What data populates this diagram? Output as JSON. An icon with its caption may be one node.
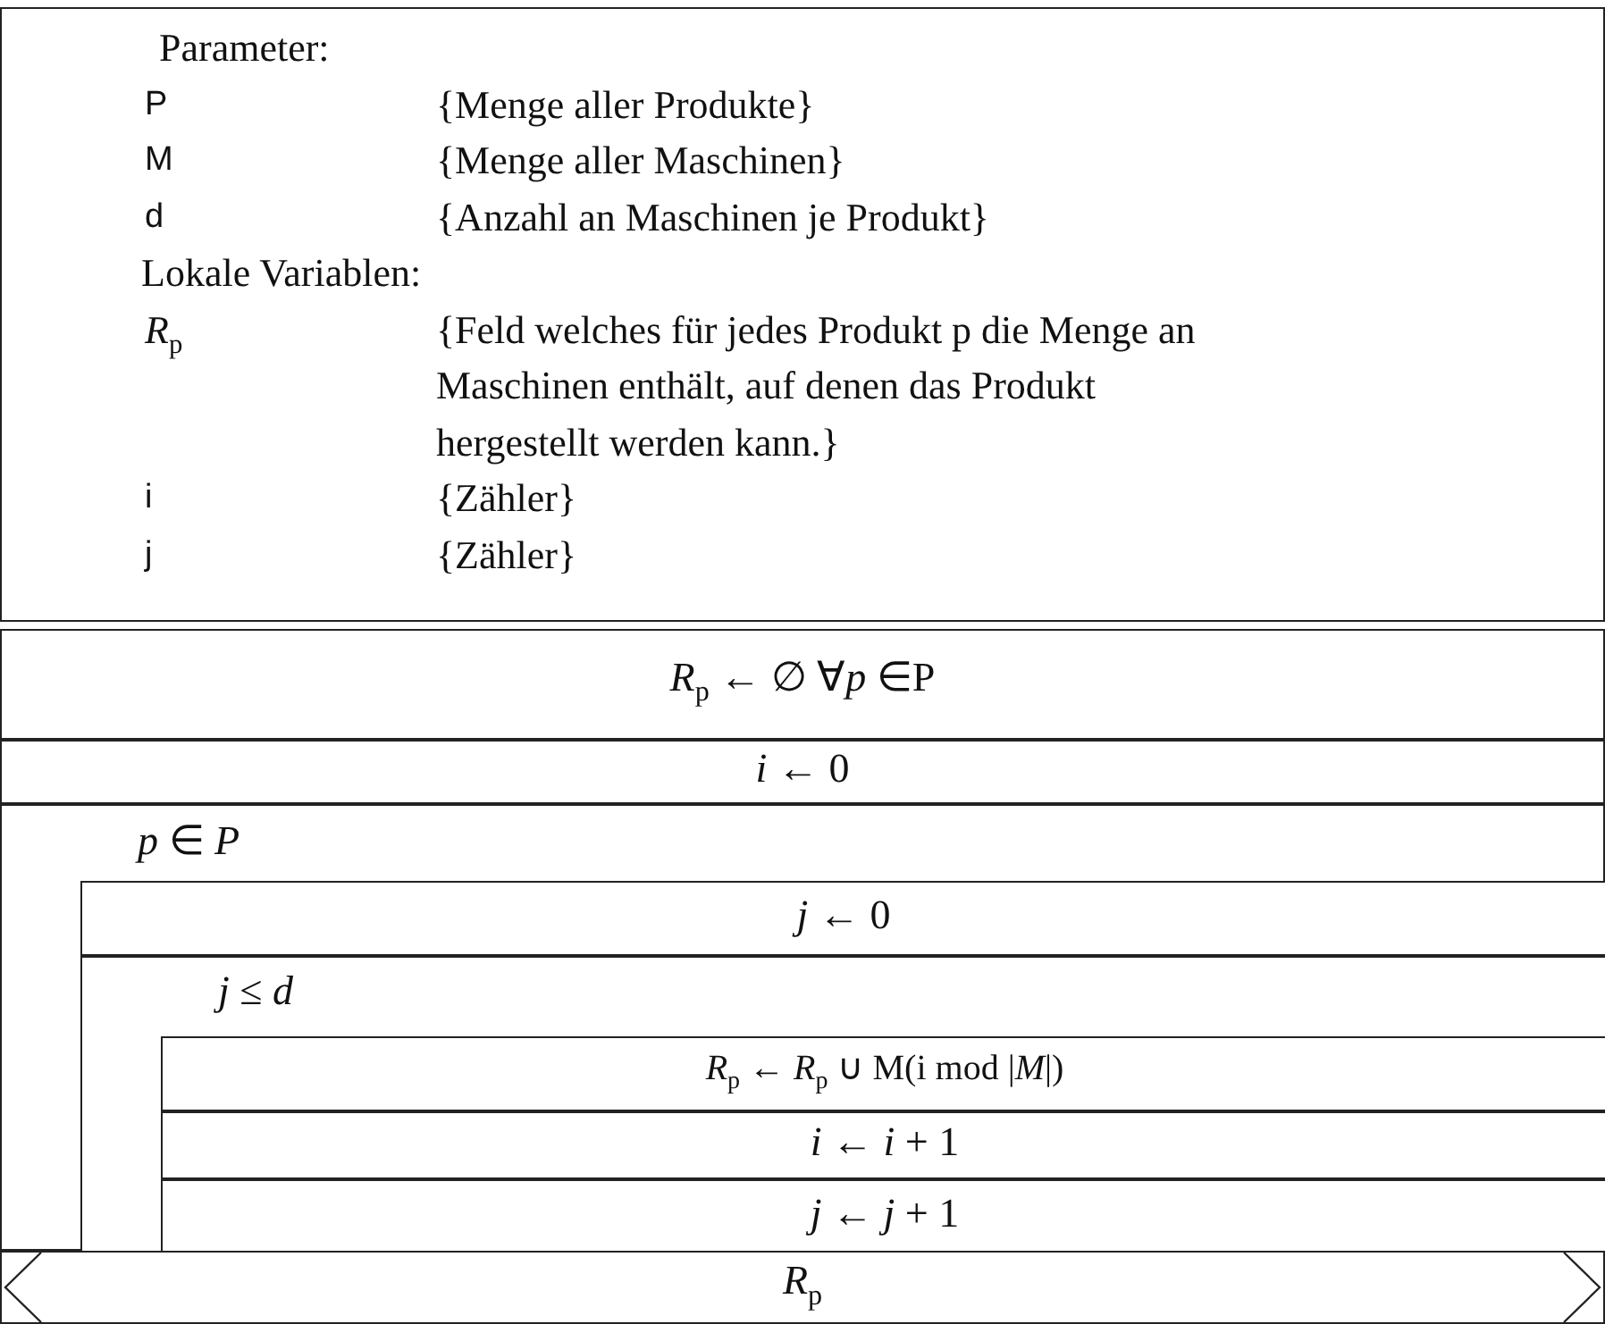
{
  "diagram": {
    "nodes": [
      {
        "text": [
          "Parameter:",
          "P",
          "{Menge aller Produkte}",
          "M",
          "{Menge aller Maschinen}",
          "d",
          "{Anzahl an Maschinen je Produkt}",
          "Lokale Variablen:",
          "*R*$_{p}$",
          "{Feld welches für jedes Produkt p die Menge an Maschinen enthält, auf denen das Produkt hergestellt werden kann.}",
          "i",
          "{Zähler}",
          "j",
          "{Zähler}"
        ]
      },
      {
        "text": [
          "*R*$_{p}$ ← ∅ ∀*p* ∈P"
        ]
      },
      {
        "text": [
          "*i* ← 0"
        ]
      },
      {
        "text": [
          "*p* ∈ *P*"
        ]
      },
      {
        "text": [
          "*j* ← 0"
        ],
        "in": 3
      },
      {
        "text": [
          "*j* ≤ *d*"
        ],
        "in": 3
      },
      {
        "text": [
          "*R*$_{p}$ ← *R*$_{p}$ ∪ M(i mod |*M*|)"
        ],
        "in": 5
      },
      {
        "text": [
          "*i* ← *i* + 1"
        ],
        "in": 5
      },
      {
        "text": [
          "*j* ← *j* + 1"
        ],
        "in": 5
      },
      {
        "text": [
          "*R*$_{p}$"
        ]
      }
    ]
  }
}
